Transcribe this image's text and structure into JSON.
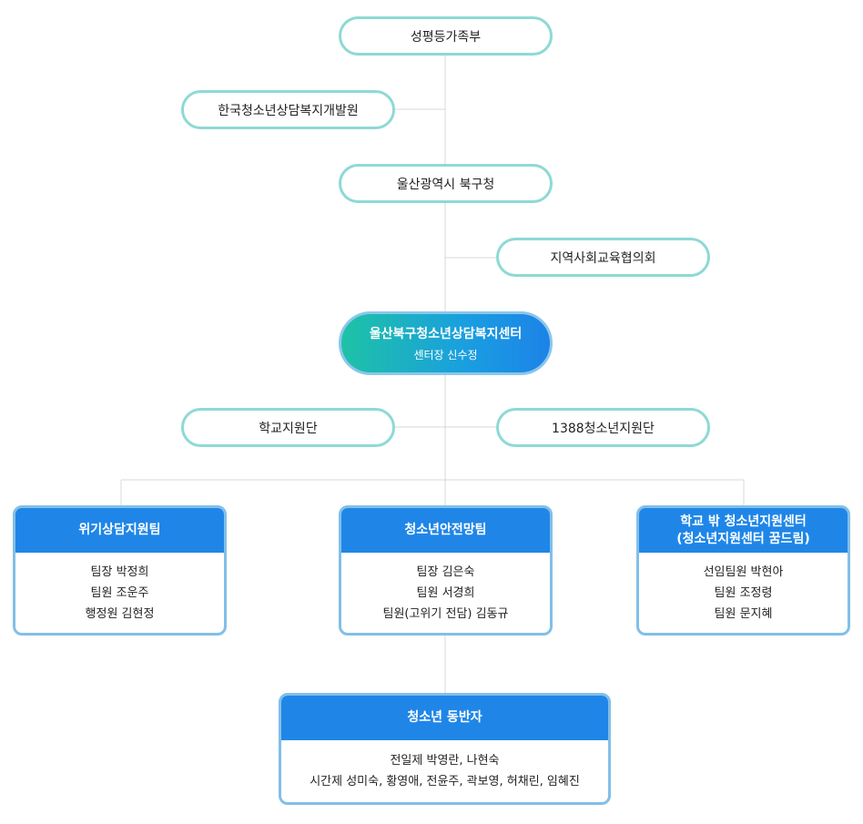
{
  "top": {
    "label": "성평등가족부"
  },
  "korea_institute": {
    "label": "한국청소년상담복지개발원"
  },
  "buk_gu": {
    "label": "울산광역시 북구청"
  },
  "council": {
    "label": "지역사회교육협의회"
  },
  "center": {
    "title": "울산북구청소년상담복지센터",
    "director": "센터장 신수정"
  },
  "school_support": {
    "label": "학교지원단"
  },
  "support_1388": {
    "label": "1388청소년지원단"
  },
  "teams": {
    "crisis": {
      "title": "위기상담지원팀",
      "members": [
        "팀장 박정희",
        "팀원 조운주",
        "행정원 김현정"
      ]
    },
    "safety": {
      "title": "청소년안전망팀",
      "members": [
        "팀장 김은숙",
        "팀원 서경희",
        "팀원(고위기 전담) 김동규"
      ]
    },
    "outside": {
      "title_line1": "학교 밖 청소년지원센터",
      "title_line2": "(청소년지원센터 꿈드림)",
      "members": [
        "선임팀원 박현아",
        "팀원 조정령",
        "팀원 문지혜"
      ]
    }
  },
  "companion": {
    "title": "청소년 동반자",
    "members": [
      "전일제 박영란, 나현숙",
      "시간제 성미숙, 황영애, 전윤주, 곽보영, 허채린, 임혜진"
    ]
  },
  "colors": {
    "pill_border": "#8ed9d5",
    "box_border": "#82bfe8",
    "header_fill": "#1f86e8",
    "line": "#d8d8d8"
  }
}
